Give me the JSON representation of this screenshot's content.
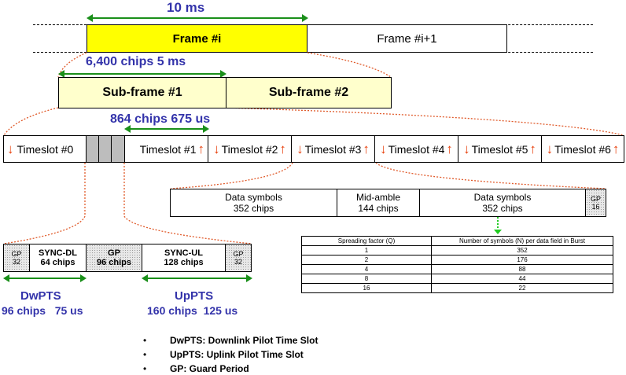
{
  "frame": {
    "duration_label": "10 ms",
    "frame_i": "Frame #i",
    "frame_next": "Frame #i+1"
  },
  "subframe": {
    "size_label": "6,400 chips  5 ms",
    "sub1": "Sub-frame #1",
    "sub2": "Sub-frame #2"
  },
  "timeslot": {
    "size_label": "864 chips  675 us",
    "slots": [
      "Timeslot  #0",
      "Timeslot  #1",
      "Timeslot  #2",
      "Timeslot  #3",
      "Timeslot  #4",
      "Timeslot  #5",
      "Timeslot  #6"
    ]
  },
  "burst": {
    "data1": [
      "Data symbols",
      "352 chips"
    ],
    "midamble": [
      "Mid-amble",
      "144 chips"
    ],
    "data2": [
      "Data symbols",
      "352 chips"
    ],
    "gp": [
      "GP",
      "16"
    ]
  },
  "special": {
    "gp1": [
      "GP",
      "32"
    ],
    "sync_dl": [
      "SYNC-DL",
      "64 chips"
    ],
    "gp2": [
      "GP",
      "96 chips"
    ],
    "sync_ul": [
      "SYNC-UL",
      "128 chips"
    ],
    "gp3": [
      "GP",
      "32"
    ],
    "dwpts_label": "DwPTS",
    "dwpts_size": "96 chips   75 us",
    "uppts_label": "UpPTS",
    "uppts_size": "160 chips  125 us"
  },
  "spreading_table": {
    "headers": [
      "Spreading factor (Q)",
      "Number of symbols (N) per data field in Burst"
    ],
    "rows": [
      [
        "1",
        "352"
      ],
      [
        "2",
        "176"
      ],
      [
        "4",
        "88"
      ],
      [
        "8",
        "44"
      ],
      [
        "16",
        "22"
      ]
    ]
  },
  "legend": {
    "bullet_char": "•",
    "items": [
      "DwPTS: Downlink Pilot Time Slot",
      "UpPTS: Uplink Pilot Time Slot",
      "GP: Guard Period"
    ]
  },
  "colors": {
    "frame_highlight": "#ffff00",
    "subframe_fill": "#ffffcc",
    "label_blue": "#3333aa",
    "arrow_green": "#1a8f1a",
    "slot_arrow_red": "#e8400c",
    "connector_red": "#e05a2a"
  }
}
